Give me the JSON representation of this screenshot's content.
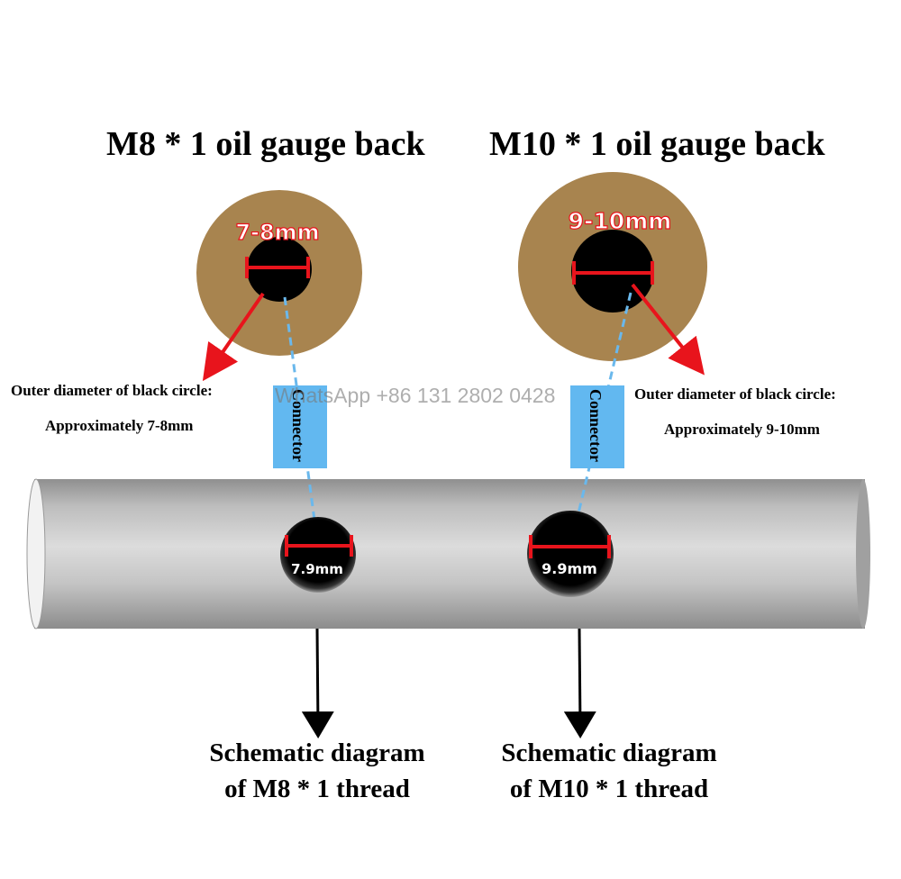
{
  "titles": {
    "m8": "M8 * 1 oil gauge back",
    "m10": "M10 * 1 oil gauge back"
  },
  "gauges": {
    "m8": {
      "size_label": "7-8mm"
    },
    "m10": {
      "size_label": "9-10mm"
    }
  },
  "notes": {
    "m8_line1": "Outer diameter of black circle:",
    "m8_line2": "Approximately 7-8mm",
    "m10_line1": "Outer diameter of black circle:",
    "m10_line2": "Approximately 9-10mm"
  },
  "connector_label": "Connector",
  "watermark": "WhatsApp +86 131 2802 0428",
  "holes": {
    "m8": "7.9mm",
    "m10": "9.9mm"
  },
  "captions": {
    "m8_line1": "Schematic diagram",
    "m8_line2": "of M8 * 1 thread",
    "m10_line1": "Schematic diagram",
    "m10_line2": "of M10 * 1 thread"
  },
  "colors": {
    "gauge_back": "#a8844f",
    "hole": "#000000",
    "measure": "#e8141c",
    "connector_box": "#62b8f0",
    "dashed_line": "#6ab8ec",
    "pipe": "#b8b8b8"
  }
}
